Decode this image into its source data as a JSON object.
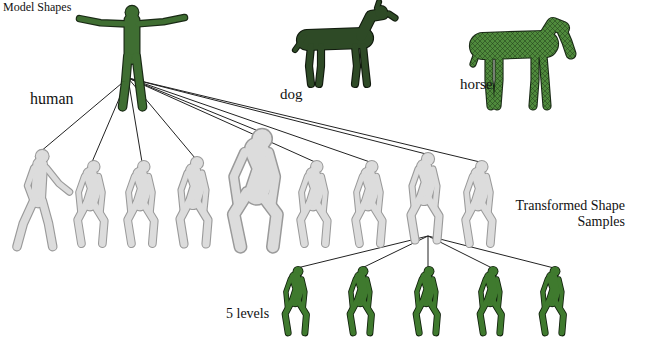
{
  "diagram": {
    "nodes": [
      {
        "text": [
          "human"
        ]
      },
      {
        "text": [
          "dog"
        ]
      },
      {
        "text": [
          "horse"
        ]
      }
    ],
    "labels": [
      "Model Shapes",
      "Transformed Shape Samples",
      "5 levels"
    ]
  }
}
